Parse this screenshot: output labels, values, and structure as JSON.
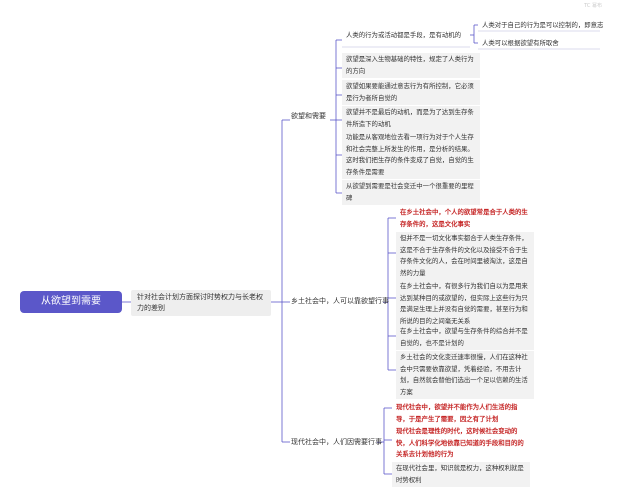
{
  "watermark": "TC 幂布",
  "root": {
    "label": "从欲望到需要"
  },
  "center": {
    "label": "针对社会计划方面探讨时势权力与长老权力的差别"
  },
  "branches": [
    {
      "label": "欲望和需要"
    },
    {
      "label": "乡土社会中，人可以靠欲望行事"
    },
    {
      "label": "现代社会中，人们因需要行事"
    }
  ],
  "desire_items": [
    "人类的行为或活动都是手段，是有动机的",
    "欲望是深入生物基础的特性，规定了人类行为的方向",
    "欲望如果要能通过意志行为有所控制，它必须是行为者所自觉的",
    "欲望并不是最后的动机，而是为了达到生存条件所造下的动机",
    "功能是从客观地位去看一项行为对于个人生存和社会完整上所发生的作用，是分析的结果。这时我们把生存的条件变成了自觉，自觉的生存条件是需要",
    "从欲望到需要是社会变迁中一个很重要的里程碑"
  ],
  "motive_items": [
    "人类对于自己的行为是可以控制的，即意志",
    "人类可以根据欲望有所取舍"
  ],
  "rural_items": [
    "在乡土社会中，个人的欲望常是合于人类的生存条件的，这是文化事实",
    "但并不是一切文化事实都合于人类生存条件，这是不合于生存条件的文化以及接受不合于生存条件文化的人，会在时间里被淘汰，这是自然的力量",
    "在乡土社会中，有很多行为我们自以为是用来达到某种目的或欲望的，但实际上这些行为只是满足生理上并没有自觉的需要，甚至行为和所说的目的之间毫无关系",
    "在乡土社会中，欲望与生存条件的综合并不是自觉的，也不是计划的",
    "乡土社会的文化变迁速率很慢，人们在这种社会中只需要依靠欲望，凭着经验，不用去计划，自然就会替他们选出一个足以信赖的生活方案"
  ],
  "modern_items": [
    "现代社会中，欲望并不能作为人们生活的指导，于是产生了需要，因之有了计划",
    "现代社会是理性的时代，这时候社会变动的快，人们科学化地依靠已知道的手段和目的的关系去计划他的行为",
    "在现代社会里，知识就是权力，这种权利就是时势权利"
  ]
}
